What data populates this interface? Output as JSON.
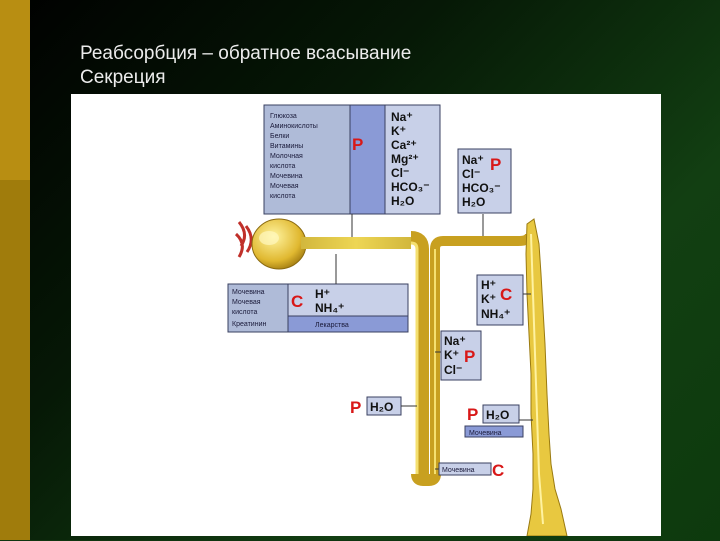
{
  "slide": {
    "title_line1": "Реабсорбция – обратное всасывание",
    "title_line2": "Секреция"
  },
  "diagram": {
    "box_top_left": {
      "items": [
        "Глюкоза",
        "Аминокислоты",
        "Белки",
        "Витамины",
        "Молочная",
        "кислота",
        "Мочевина",
        "Мочевая",
        "кислота"
      ],
      "tag": "P"
    },
    "box_top_ions": {
      "items": [
        "Na⁺",
        "K⁺",
        "Ca²⁺",
        "Mg²⁺",
        "Cl⁻",
        "HCO₃⁻",
        "H₂O"
      ]
    },
    "box_top_right": {
      "items": [
        "Na⁺",
        "Cl⁻",
        "HCO₃⁻",
        "H₂O"
      ],
      "tag": "P"
    },
    "box_mid_left": {
      "items": [
        "Мочевина",
        "Мочевая",
        "кислота",
        "Креатинин"
      ],
      "tag": "C",
      "ions": [
        "H⁺",
        "NH₄⁺"
      ],
      "drug": "Лекарства"
    },
    "box_secretion_right": {
      "items": [
        "H⁺",
        "K⁺",
        "NH₄⁺"
      ],
      "tag": "C"
    },
    "box_loop": {
      "items": [
        "Na⁺",
        "K⁺",
        "Cl⁻"
      ],
      "tag": "P"
    },
    "water_left": {
      "tag": "P",
      "label": "H₂O"
    },
    "water_right": {
      "tag": "P",
      "label": "H₂O",
      "sub": "Мочевина"
    },
    "bottom": {
      "label": "Мочевина",
      "tag": "C"
    }
  }
}
